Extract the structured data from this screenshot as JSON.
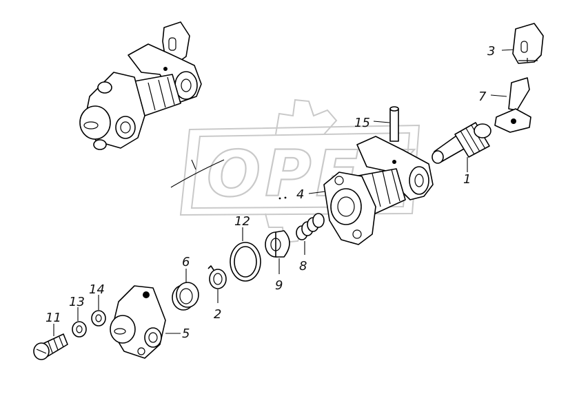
{
  "watermark": {
    "text": "OPEX"
  },
  "callouts": [
    {
      "id": "c3",
      "label": "3"
    },
    {
      "id": "c7",
      "label": "7"
    },
    {
      "id": "c15",
      "label": "15"
    },
    {
      "id": "c1",
      "label": "1"
    },
    {
      "id": "c4",
      "label": "4"
    },
    {
      "id": "c12",
      "label": "12"
    },
    {
      "id": "c6",
      "label": "6"
    },
    {
      "id": "c2",
      "label": "2"
    },
    {
      "id": "c9",
      "label": "9"
    },
    {
      "id": "c8",
      "label": "8"
    },
    {
      "id": "c14",
      "label": "14"
    },
    {
      "id": "c13",
      "label": "13"
    },
    {
      "id": "c11",
      "label": "11"
    },
    {
      "id": "c5",
      "label": "5"
    }
  ],
  "colors": {
    "ink": "#000000",
    "watermark": "#c9c9c9",
    "background": "#ffffff"
  }
}
